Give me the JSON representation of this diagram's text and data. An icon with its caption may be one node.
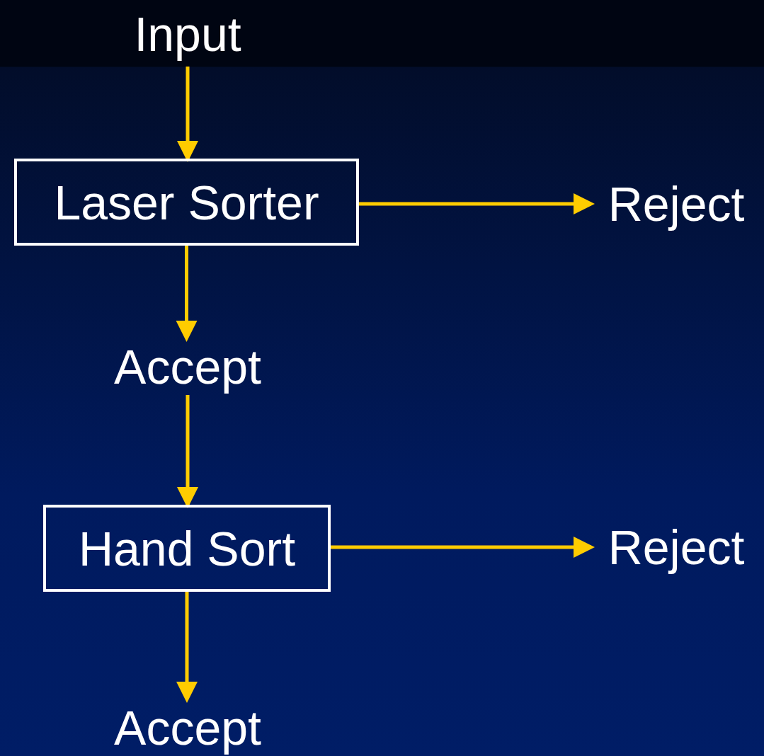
{
  "diagram": {
    "nodes": [
      {
        "text": [
          "Input"
        ]
      },
      {
        "text": [
          "Laser Sorter"
        ]
      },
      {
        "text": [
          "Reject"
        ]
      },
      {
        "text": [
          "Accept"
        ]
      },
      {
        "text": [
          "Hand Sort"
        ]
      },
      {
        "text": [
          "Reject"
        ]
      },
      {
        "text": [
          "Accept"
        ]
      }
    ],
    "edges": [
      {
        "from": 0,
        "to": 1,
        "arrow": "to"
      },
      {
        "from": 1,
        "to": 2,
        "arrow": "to"
      },
      {
        "from": 1,
        "to": 3,
        "arrow": "to"
      },
      {
        "from": 3,
        "to": 4,
        "arrow": "to"
      },
      {
        "from": 4,
        "to": 5,
        "arrow": "to"
      },
      {
        "from": 4,
        "to": 6,
        "arrow": "to"
      }
    ]
  }
}
